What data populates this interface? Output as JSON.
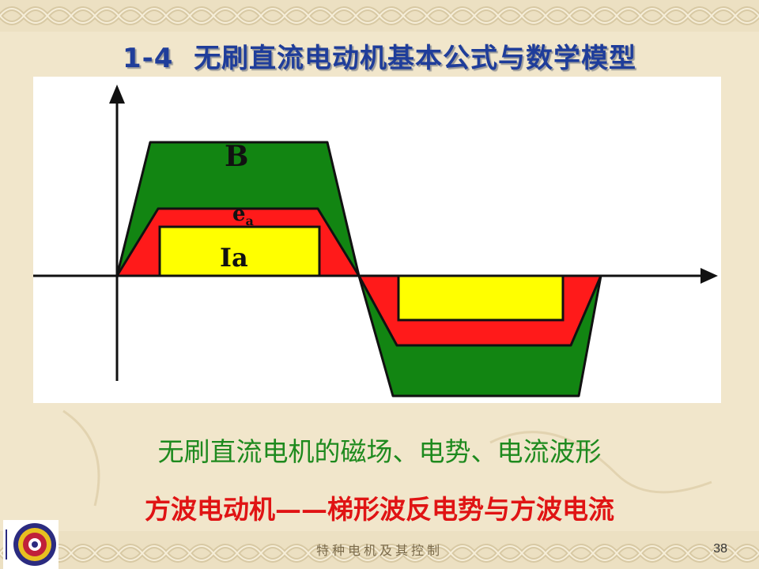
{
  "slide": {
    "title_number": "1-4",
    "title_text": "无刷直流电动机基本公式与数学模型"
  },
  "figure": {
    "label_B": "B",
    "label_e": "e",
    "label_e_sub": "a",
    "label_Ia": "Ia"
  },
  "captions": {
    "line1": "无刷直流电机的磁场、电势、电流波形",
    "line2": "方波电动机——梯形波反电势与方波电流"
  },
  "footer": {
    "text": "特种电机及其控制",
    "page_number": "38"
  },
  "colors": {
    "title": "#1f3d9a",
    "caption1": "#1e8a1e",
    "caption2": "#e01414",
    "B_fill": "#128512",
    "e_fill": "#ff1a1a",
    "Ia_fill": "#ffff00"
  }
}
